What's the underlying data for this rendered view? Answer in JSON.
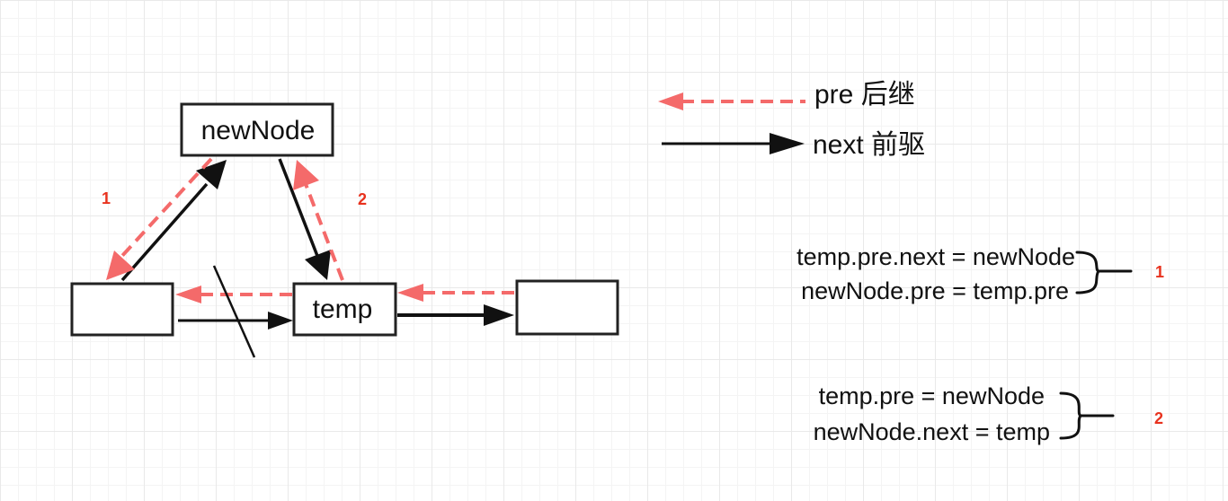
{
  "nodes": {
    "new_node": "newNode",
    "temp": "temp"
  },
  "legend": {
    "pre_label": "pre 后继",
    "next_label": "next 前驱"
  },
  "step_labels": {
    "one": "1",
    "two": "2"
  },
  "code_groups": [
    {
      "lines": [
        "temp.pre.next = newNode",
        "newNode.pre = temp.pre"
      ],
      "step": "1"
    },
    {
      "lines": [
        "temp.pre = newNode",
        "newNode.next = temp"
      ],
      "step": "2"
    }
  ],
  "colors": {
    "pre_arrow": "#f46a6a",
    "next_arrow": "#111111",
    "step_number": "#e8321e"
  }
}
